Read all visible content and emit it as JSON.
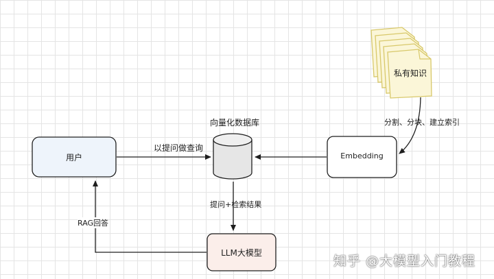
{
  "diagram": {
    "nodes": {
      "user": "用户",
      "vector_db": "向量化数据库",
      "embedding": "Embedding",
      "private_knowledge": "私有知识",
      "llm": "LLM大模型"
    },
    "edges": {
      "query": "以提问做查询",
      "split_index": "分割、分块、建立索引",
      "retrieve": "提问+检索结果",
      "rag_answer": "RAG回答"
    },
    "watermark": "知乎 @大模型入门教程"
  },
  "colors": {
    "user_fill": "#eef4fb",
    "llm_fill": "#fbeeea",
    "doc_fill": "#fbf6d8",
    "doc_stroke": "#d8c86a",
    "db_fill": "#e6e6e6",
    "stroke": "#1e1e1e"
  }
}
